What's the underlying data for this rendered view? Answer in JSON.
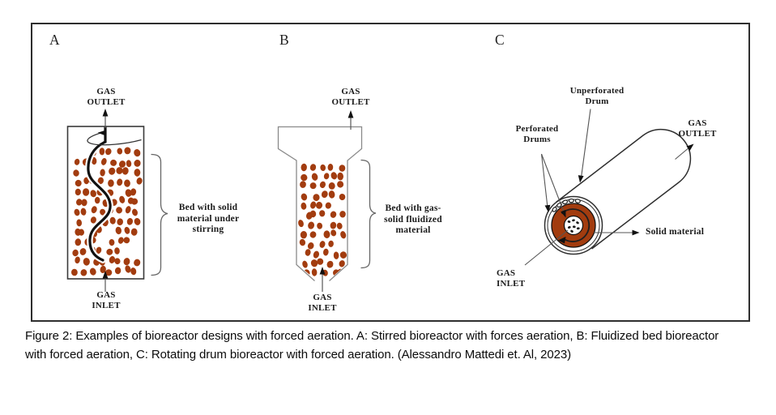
{
  "colors": {
    "particle": "#A23C0F",
    "drum_fill": "#A23C0F",
    "outline": "#3a3a3a",
    "pointer_line": "#555555"
  },
  "figure_box": {
    "panel_a": {
      "letter": "A",
      "gas_outlet_label": "GAS\nOUTLET",
      "gas_inlet_label": "GAS\nINLET",
      "bed_label": "Bed with solid\nmaterial under\nstirring"
    },
    "panel_b": {
      "letter": "B",
      "gas_outlet_label": "GAS\nOUTLET",
      "gas_inlet_label": "GAS\nINLET",
      "bed_label": "Bed with gas-\nsolid fluidized\nmaterial"
    },
    "panel_c": {
      "letter": "C",
      "unperforated_label": "Unperforated\nDrum",
      "perforated_label": "Perforated\nDrums",
      "gas_outlet_label": "GAS\nOUTLET",
      "gas_inlet_label": "GAS\nINLET",
      "solid_material_label": "Solid material"
    }
  },
  "caption": "Figure 2: Examples of bioreactor designs with forced aeration. A: Stirred bioreactor with forces aeration, B: Fluidized bed bioreactor\nwith forced aeration, C: Rotating drum bioreactor with forced aeration. (Alessandro Mattedi et. Al, 2023)"
}
